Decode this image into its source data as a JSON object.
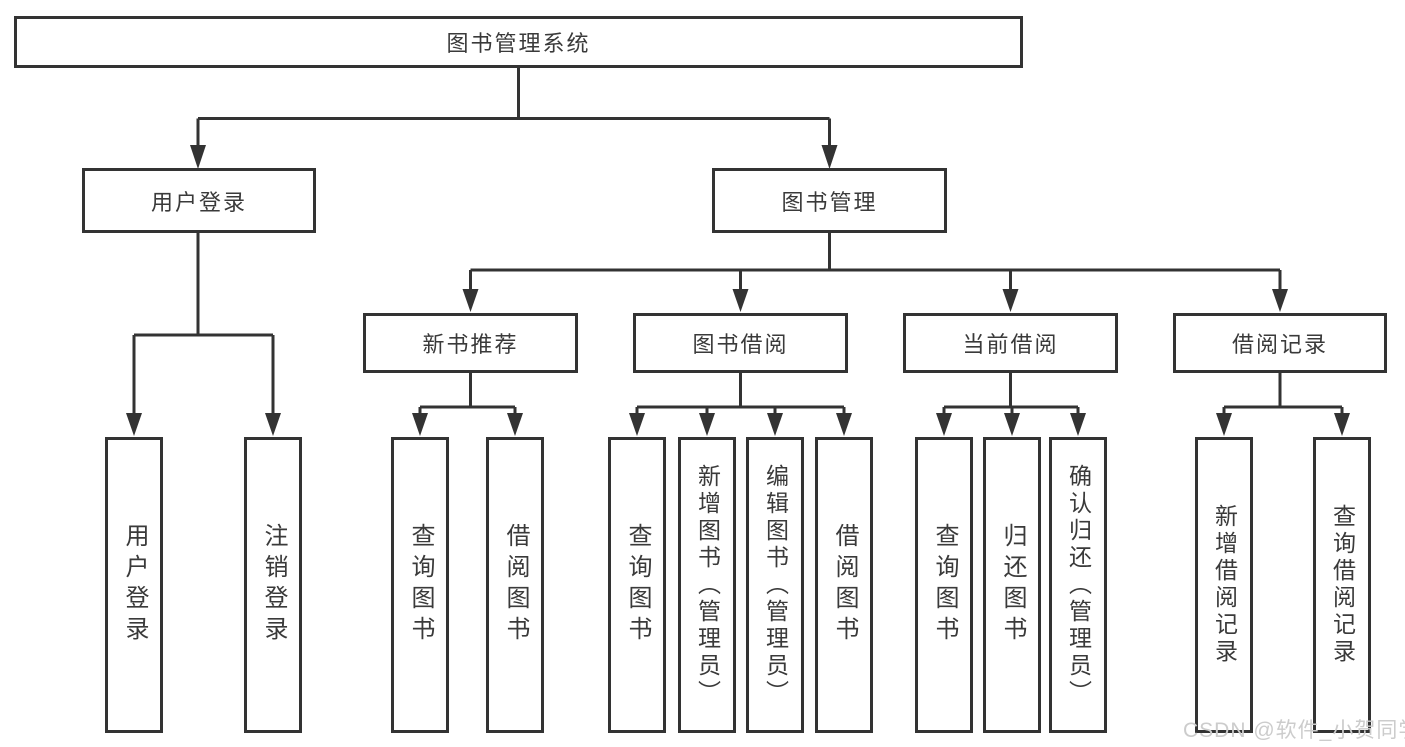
{
  "diagram": {
    "root": "图书管理系统",
    "l2": [
      "用户登录",
      "图书管理"
    ],
    "l3": [
      "新书推荐",
      "图书借阅",
      "当前借阅",
      "借阅记录"
    ],
    "leaves_login": [
      "用户登录",
      "注销登录"
    ],
    "leaves_newbook": [
      "查询图书",
      "借阅图书"
    ],
    "leaves_borrow": [
      "查询图书",
      "新增图书（管理员）",
      "编辑图书（管理员）",
      "借阅图书"
    ],
    "leaves_current": [
      "查询图书",
      "归还图书",
      "确认归还（管理员）"
    ],
    "leaves_records": [
      "新增借阅记录",
      "查询借阅记录"
    ]
  },
  "watermark": "CSDN @软件_小贺同学",
  "colors": {
    "line": "#333333",
    "box_border": "#333333",
    "text": "#3a3a3a",
    "watermark": "#cccccc",
    "background": "#ffffff"
  }
}
